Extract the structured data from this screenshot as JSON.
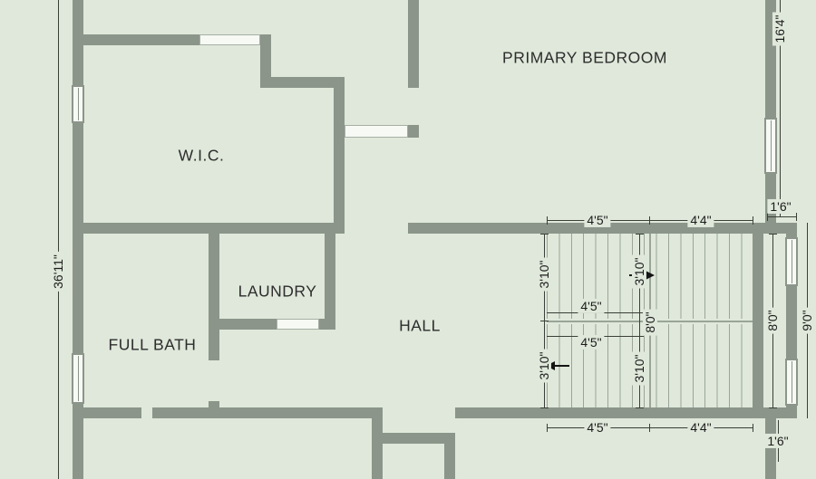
{
  "rooms": {
    "primary_bedroom": "PRIMARY BEDROOM",
    "wic": "W.I.C.",
    "laundry": "LAUNDRY",
    "hall": "HALL",
    "full_bath": "FULL BATH"
  },
  "dims": {
    "overall_left": "36'11\"",
    "right_upper": "16'4\"",
    "right_offset_top": "1'6\"",
    "right_offset_bottom": "1'6\"",
    "stair_right_inner": "8'0\"",
    "overall_right_lower": "9'0\"",
    "stair_top_left": "4'5\"",
    "stair_top_right": "4'4\"",
    "stair_bottom_left": "4'5\"",
    "stair_bottom_right": "4'4\"",
    "stair_left_upper": "3'10\"",
    "stair_left_lower": "3'10\"",
    "stair_center_upper": "3'10\"",
    "stair_center_lower": "3'10\"",
    "stair_center_span": "8'0\"",
    "stair_inner_upper": "4'5\"",
    "stair_inner_lower": "4'5\""
  },
  "colors": {
    "background": "#dfe8da",
    "wall": "#8c958a",
    "dimension": "#3a3f38"
  }
}
